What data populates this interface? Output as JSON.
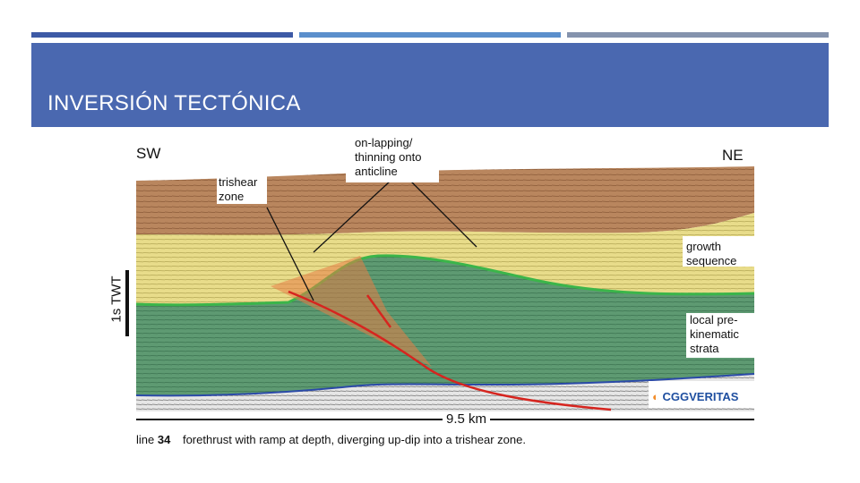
{
  "slide": {
    "title": "INVERSIÓN TECTÓNICA",
    "colors": {
      "title_band": "#4a68b0",
      "bar1": "#3d5aa6",
      "bar2": "#5b8fcc",
      "bar3": "#8593ad"
    }
  },
  "figure": {
    "image_description": "Seismic cross-section showing forethrust with ramp at depth and trishear zone",
    "labels": {
      "sw": "SW",
      "ne": "NE",
      "onlap_line1": "on-lapping/",
      "onlap_line2": "thinning onto",
      "onlap_line3": "anticline",
      "trishear_line1": "trishear",
      "trishear_line2": "zone",
      "growth_line1": "growth",
      "growth_line2": "sequence",
      "local_line1": "local pre-",
      "local_line2": "kinematic",
      "local_line3": "strata",
      "vertical_scale": "1s TWT",
      "horizontal_scale": "9.5 km",
      "line_number_prefix": "line",
      "line_number": "34",
      "caption": "forethrust with ramp at depth, diverging up-dip into a trishear zone.",
      "logo": "CGGVERITAS"
    }
  }
}
